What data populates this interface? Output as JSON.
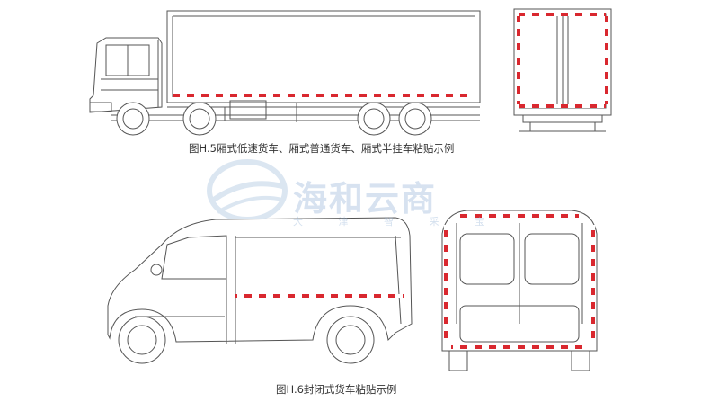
{
  "captions": {
    "figure_h5": "图H.5厢式低速货车、厢式普通货车、厢式半挂车粘贴示例",
    "figure_h6": "图H.6封闭式货车粘贴示例"
  },
  "watermark": {
    "title": "海和云商",
    "subtitle": "大 津 智 采 宝"
  },
  "colors": {
    "reflective_red": "#d9282f",
    "reflective_white": "#ffffff",
    "outline": "#555555",
    "watermark": "#a9c3e0"
  },
  "icons": {
    "watermark_logo": "swoosh-globe-logo"
  }
}
